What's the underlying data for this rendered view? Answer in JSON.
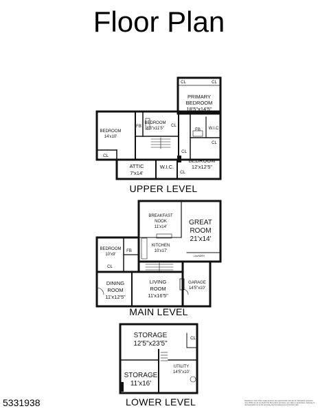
{
  "title": "Floor Plan",
  "levels": {
    "upper": "UPPER LEVEL",
    "main": "MAIN LEVEL",
    "lower": "LOWER LEVEL"
  },
  "rooms": {
    "primary_name": "PRIMARY",
    "primary_name2": "BEDROOM",
    "primary_dim": "18'5\"x14'5\"",
    "bed_a_name": "BEDROOM",
    "bed_a_dim": "14'x10'",
    "bed_b_name": "BEDROOM",
    "bed_b_dim": "8'5\"x11'5\"",
    "bed_c_name": "BEDROOM",
    "bed_c_dim": "12'x12'5\"",
    "attic_name": "ATTIC",
    "attic_dim": "7'x14'",
    "wic": "W.I.C.",
    "wic_small": "W.I.C",
    "breakfast_name": "BREAKFAST",
    "breakfast_name2": "NOOK",
    "breakfast_dim": "11'x14'",
    "great_name": "GREAT",
    "great_name2": "ROOM",
    "great_dim": "21'x14'",
    "kitchen_name": "KITCHEN",
    "kitchen_dim": "10'x17'",
    "bed_main_name": "BEDROOM",
    "bed_main_dim": "10'x9'",
    "laundry": "LAUNDRY",
    "dining_name": "DINING",
    "dining_name2": "ROOM",
    "dining_dim": "11'x12'5\"",
    "living_name": "LIVING",
    "living_name2": "ROOM",
    "living_dim": "11'x16'5\"",
    "garage_name": "GARAGE",
    "garage_dim": "14'5\"x10'",
    "storage1_name": "STORAGE",
    "storage1_dim": "12'5\"x23'5\"",
    "storage2_name": "STORAGE",
    "storage2_dim": "11'x16'",
    "utility_name": "UTILITY",
    "utility_dim": "14'5\"x10'",
    "cl": "CL",
    "fb": "FB"
  },
  "listing_id": "5331938",
  "disclaimer": "Disclaimer: Floor Plan measurements are approximate and are for illustrative purposes only. While we do not doubt the floor plan's accuracy, we make no guarantee, warranty or representation as to the accuracy and completeness of the floor plan."
}
